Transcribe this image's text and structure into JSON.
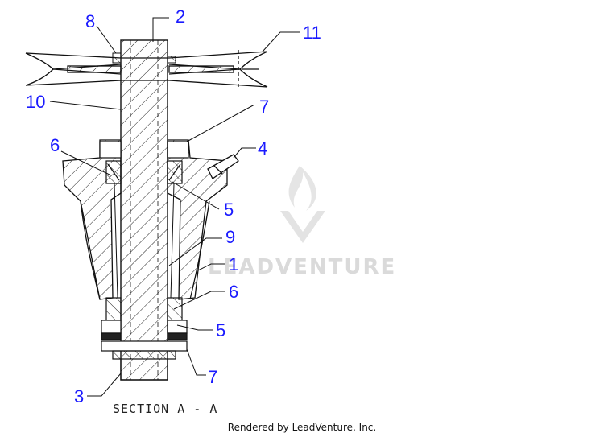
{
  "diagram": {
    "section_label": "SECTION A - A",
    "callouts": [
      "8",
      "2",
      "11",
      "10",
      "7",
      "6",
      "4",
      "5",
      "9",
      "1",
      "6",
      "5",
      "7",
      "3"
    ],
    "watermark_text": "LEADVENTURE"
  },
  "footer": {
    "text": "Rendered by LeadVenture, Inc."
  },
  "colors": {
    "callout": "#1a1aff",
    "line": "#111111",
    "watermark": "#d6d6d6"
  }
}
